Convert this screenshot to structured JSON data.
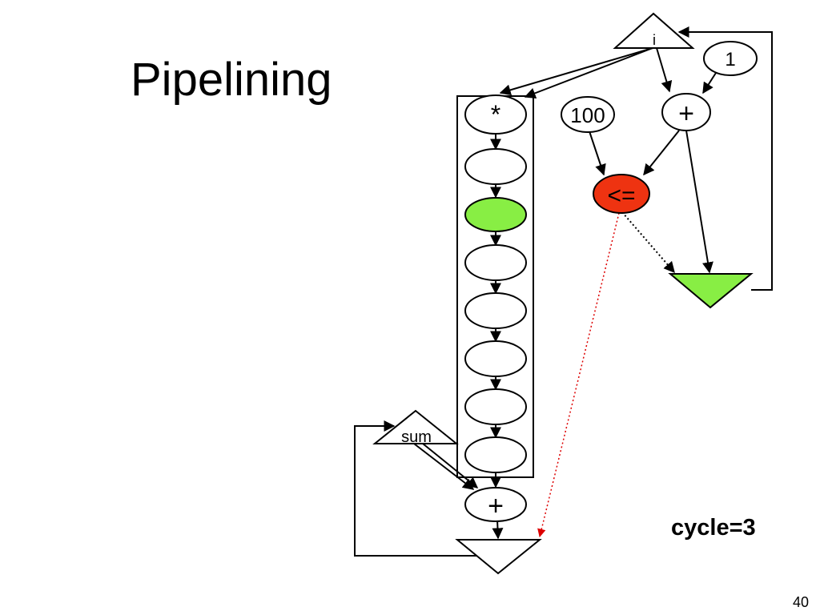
{
  "slide": {
    "title": "Pipelining",
    "cycle_label": "cycle=3",
    "page_number": "40"
  },
  "diagram": {
    "nodes": {
      "i_label": "i",
      "one_label": "1",
      "hundred_label": "100",
      "plus_top_label": "+",
      "le_label": "<=",
      "mul_label": "*",
      "sum_label": "sum",
      "plus_bottom_label": "+"
    },
    "colors": {
      "active_stage": "#88ee44",
      "comparison_node": "#ee3311",
      "output_mux": "#88ee44",
      "control_edge": "#dd0000"
    }
  }
}
